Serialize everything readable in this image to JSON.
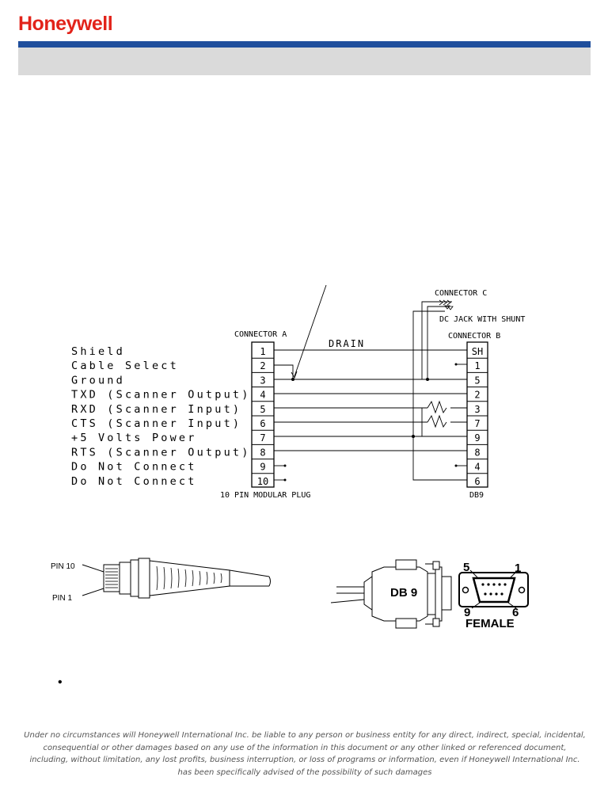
{
  "header": {
    "brand": "Honeywell",
    "colors": {
      "brand_red": "#e2231a",
      "bar_blue": "#1f4e9c",
      "band_gray": "#dadada"
    }
  },
  "wiring": {
    "connector_a_title": "CONNECTOR A",
    "connector_b_title": "CONNECTOR B",
    "connector_c_title": "CONNECTOR C",
    "dc_jack_label": "DC JACK WITH SHUNT",
    "drain_label": "DRAIN",
    "plug_caption": "10 PIN MODULAR PLUG",
    "db9_caption": "DB9",
    "signals": [
      "Shield",
      "Cable Select",
      "Ground",
      "TXD (Scanner Output)",
      "RXD (Scanner Input)",
      "CTS (Scanner Input)",
      "+5 Volts Power",
      "RTS (Scanner Output)",
      "Do Not Connect",
      "Do Not Connect"
    ],
    "pins_a": [
      "1",
      "2",
      "3",
      "4",
      "5",
      "6",
      "7",
      "8",
      "9",
      "10"
    ],
    "pins_b": [
      "SH",
      "1",
      "5",
      "2",
      "3",
      "7",
      "9",
      "8",
      "4",
      "6"
    ]
  },
  "plug_illustration": {
    "pin10_label": "PIN 10",
    "pin1_label": "PIN 1"
  },
  "db9_illustration": {
    "body_label": "DB 9",
    "pin_top_left": "5",
    "pin_top_right": "1",
    "pin_bottom_left": "9",
    "pin_bottom_right": "6",
    "gender_label": "FEMALE"
  },
  "bullet": "•",
  "disclaimer": "Under no circumstances will Honeywell International Inc. be liable to any person or business entity for any direct, indirect, special, incidental, consequential or other damages based on any use of the information in this document or any other linked or referenced document, including, without limitation, any lost profits, business interruption, or loss of programs or information, even if Honeywell International Inc. has been specifically advised of the possibility of such damages"
}
